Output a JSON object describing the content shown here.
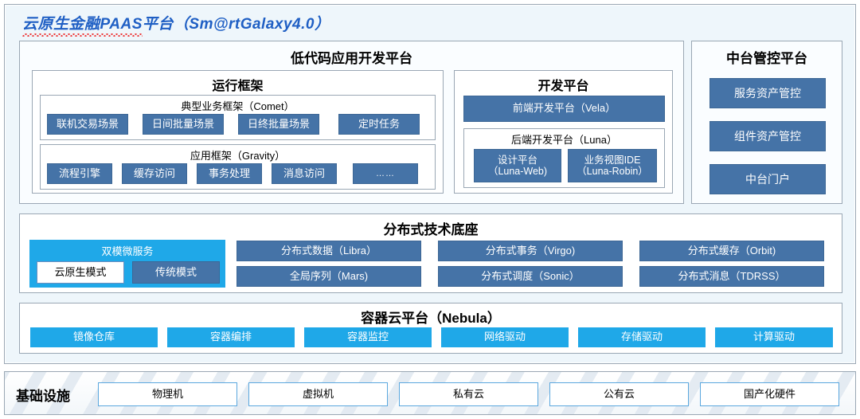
{
  "title": {
    "underlined": "云原生金融PAAS",
    "rest": "平台（Sm@rtGalaxy4.0）"
  },
  "lowcode": {
    "heading": "低代码应用开发平台",
    "runtime": {
      "heading": "运行框架",
      "comet": {
        "heading": "典型业务框架（Comet）",
        "items": [
          "联机交易场景",
          "日间批量场景",
          "日终批量场景",
          "定时任务"
        ]
      },
      "gravity": {
        "heading": "应用框架（Gravity）",
        "items": [
          "流程引擎",
          "缓存访问",
          "事务处理",
          "消息访问",
          "……"
        ]
      }
    },
    "devplatform": {
      "heading": "开发平台",
      "frontend": "前端开发平台（Vela）",
      "backend": {
        "heading": "后端开发平台（Luna）",
        "items": [
          "设计平台\n（Luna-Web)",
          "业务视图IDE\n（Luna-Robin）"
        ]
      }
    }
  },
  "midplatform": {
    "heading": "中台管控平台",
    "items": [
      "服务资产管控",
      "组件资产管控",
      "中台门户"
    ]
  },
  "techbase": {
    "heading": "分布式技术底座",
    "dualmode": {
      "heading": "双模微服务",
      "modes": [
        "云原生模式",
        "传统模式"
      ]
    },
    "columns": [
      [
        "分布式数据（Libra）",
        "全局序列（Mars)"
      ],
      [
        "分布式事务（Virgo)",
        "分布式调度（Sonic）"
      ],
      [
        "分布式缓存（Orbit)",
        "分布式消息（TDRSS）"
      ]
    ]
  },
  "container": {
    "heading": "容器云平台（Nebula）",
    "items": [
      "镜像仓库",
      "容器编排",
      "容器监控",
      "网络驱动",
      "存储驱动",
      "计算驱动"
    ]
  },
  "infrastructure": {
    "label": "基础设施",
    "items": [
      "物理机",
      "虚拟机",
      "私有云",
      "公有云",
      "国产化硬件"
    ]
  },
  "colors": {
    "steel_blue": "#4573a7",
    "cyan": "#1fa8e8",
    "title_blue": "#1f5fc4",
    "frame_bg": "#eef6fb",
    "border": "#9aa7b4"
  }
}
